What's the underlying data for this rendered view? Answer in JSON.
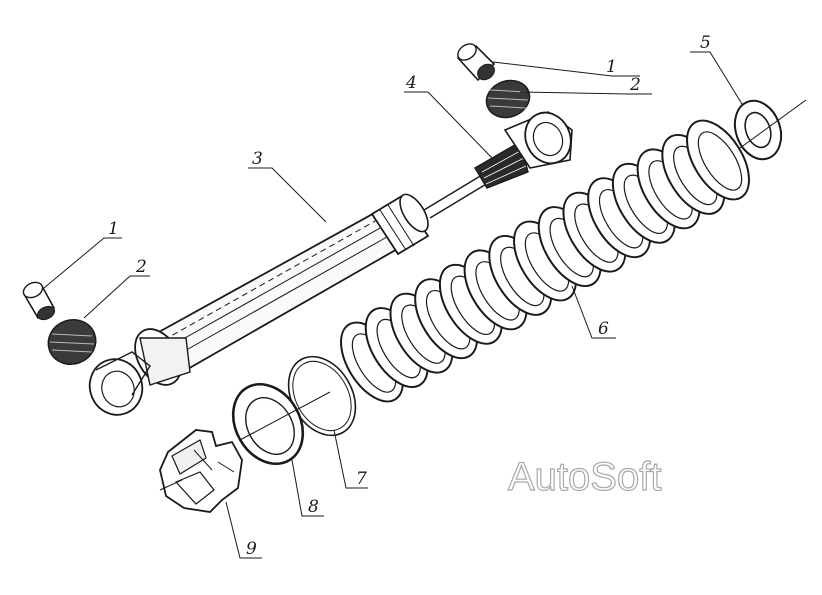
{
  "callouts": {
    "c1a": "1",
    "c1b": "1",
    "c2a": "2",
    "c2b": "2",
    "c3": "3",
    "c4": "4",
    "c5": "5",
    "c6": "6",
    "c7": "7",
    "c8": "8",
    "c9": "9"
  },
  "watermark": "AutoSoft",
  "colors": {
    "ink": "#1a1a1a",
    "paper": "#ffffff",
    "watermark_outline": "#a8a8a8"
  }
}
